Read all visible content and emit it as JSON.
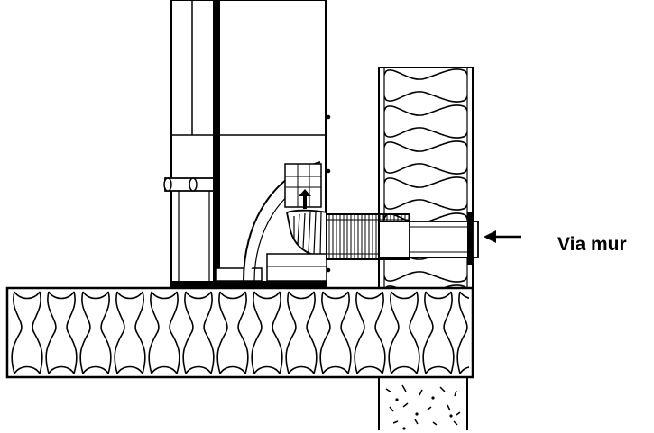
{
  "diagram": {
    "callout_label": "Via mur",
    "line_color": "#000000",
    "background_color": "#ffffff",
    "parts": [
      "stove-body",
      "flexible-duct",
      "wall-sleeve",
      "wall-insulation",
      "floor-insulation",
      "concrete-foundation",
      "arrow-icon"
    ]
  }
}
